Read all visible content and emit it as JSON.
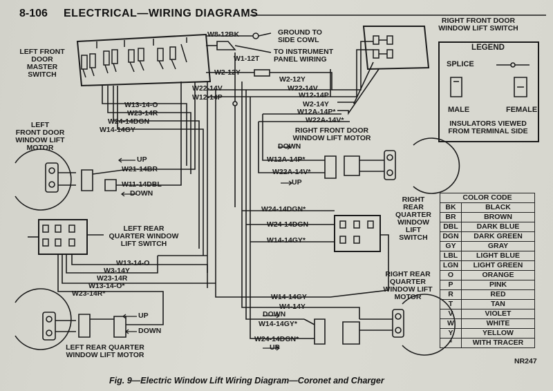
{
  "header": {
    "page_number": "8-106",
    "title": "ELECTRICAL—WIRING DIAGRAMS"
  },
  "caption": "Fig. 9—Electric Window Lift Wiring Diagram—Coronet and Charger",
  "figure_code": "NR247",
  "components": {
    "left_front_master": [
      "LEFT FRONT",
      "DOOR",
      "MASTER",
      "SWITCH"
    ],
    "right_front_switch": [
      "RIGHT FRONT DOOR",
      "WINDOW LIFT SWITCH"
    ],
    "left_front_motor": [
      "LEFT",
      "FRONT DOOR",
      "WINDOW LIFT",
      "MOTOR"
    ],
    "right_front_motor": [
      "RIGHT FRONT DOOR",
      "WINDOW LIFT MOTOR"
    ],
    "left_rear_switch": [
      "LEFT REAR",
      "QUARTER WINDOW",
      "LIFT SWITCH"
    ],
    "right_rear_switch": [
      "RIGHT",
      "REAR",
      "QUARTER",
      "WINDOW",
      "LIFT",
      "SWITCH"
    ],
    "right_rear_motor": [
      "RIGHT REAR",
      "QUARTER",
      "WINDOW LIFT",
      "MOTOR"
    ],
    "left_rear_motor": [
      "LEFT REAR QUARTER",
      "WINDOW LIFT MOTOR"
    ]
  },
  "connections": {
    "ground": [
      "GROUND TO",
      "SIDE COWL"
    ],
    "instrument": [
      "TO INSTRUMENT",
      "PANEL WIRING"
    ]
  },
  "wire_labels": {
    "w8": "W8-12BK",
    "w1": "W1-12T",
    "w2_top": "W2-12Y",
    "w2_right": "W2-12Y",
    "w22_left": "W22-14V",
    "w22_right": "W22-14V",
    "w12_left": "W12-14P",
    "w12_right": "W12-14P",
    "w2_14y": "W2-14Y",
    "w12a": "W12A-14P*",
    "w22a": "W22A-14V*",
    "w13_master": "W13-14-O",
    "w23_master": "W23-14R",
    "w24_master": "W24-14DGN",
    "w14_master": "W14-14GY",
    "w12a_motor": "W12A-14P*",
    "w22a_motor": "W22A-14V*",
    "w21": "W21-14BR",
    "w11": "W11-14DBL",
    "w24_rr1": "W24-14DGN*",
    "w24_rr2": "W24-14DGN",
    "w14_rr": "W14-14GY*",
    "w13_lr": "W13-14-O",
    "w3_lr": "W3-14Y",
    "w23_lr": "W23-14R",
    "w13_lr_tracer": "W13-14-O*",
    "w23_lr_tracer": "W23-14R*",
    "w14_bottom": "W14-14GY",
    "w4_bottom": "W4-14Y",
    "w14_motor": "W14-14GY*",
    "w24_motor": "W24-14DGN*"
  },
  "directions": {
    "up": "UP",
    "down": "DOWN"
  },
  "legend": {
    "title": "LEGEND",
    "splice": "SPLICE",
    "male": "MALE",
    "female": "FEMALE",
    "note": [
      "INSULATORS VIEWED",
      "FROM TERMINAL SIDE"
    ]
  },
  "color_code": {
    "title": "COLOR CODE",
    "rows": [
      {
        "code": "BK",
        "name": "BLACK"
      },
      {
        "code": "BR",
        "name": "BROWN"
      },
      {
        "code": "DBL",
        "name": "DARK BLUE"
      },
      {
        "code": "DGN",
        "name": "DARK GREEN"
      },
      {
        "code": "GY",
        "name": "GRAY"
      },
      {
        "code": "LBL",
        "name": "LIGHT BLUE"
      },
      {
        "code": "LGN",
        "name": "LIGHT GREEN"
      },
      {
        "code": "O",
        "name": "ORANGE"
      },
      {
        "code": "P",
        "name": "PINK"
      },
      {
        "code": "R",
        "name": "RED"
      },
      {
        "code": "T",
        "name": "TAN"
      },
      {
        "code": "V",
        "name": "VIOLET"
      },
      {
        "code": "W",
        "name": "WHITE"
      },
      {
        "code": "Y",
        "name": "YELLOW"
      },
      {
        "code": "*",
        "name": "WITH TRACER"
      }
    ]
  }
}
